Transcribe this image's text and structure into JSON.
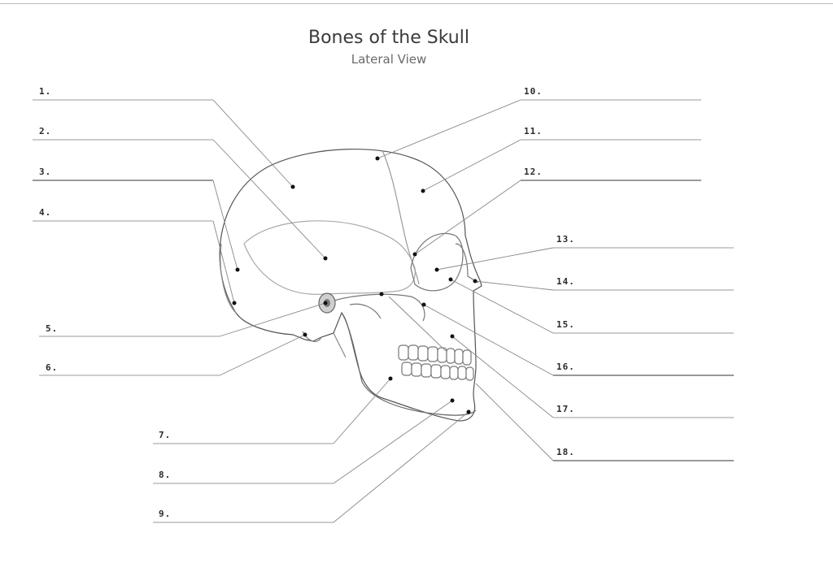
{
  "title": "Bones of the Skull",
  "subtitle": "Lateral View",
  "labels": [
    "1.",
    "2.",
    "3.",
    "4.",
    "5.",
    "6.",
    "7.",
    "8.",
    "9.",
    "10.",
    "11.",
    "12.",
    "13.",
    "14.",
    "15.",
    "16.",
    "17.",
    "18."
  ]
}
